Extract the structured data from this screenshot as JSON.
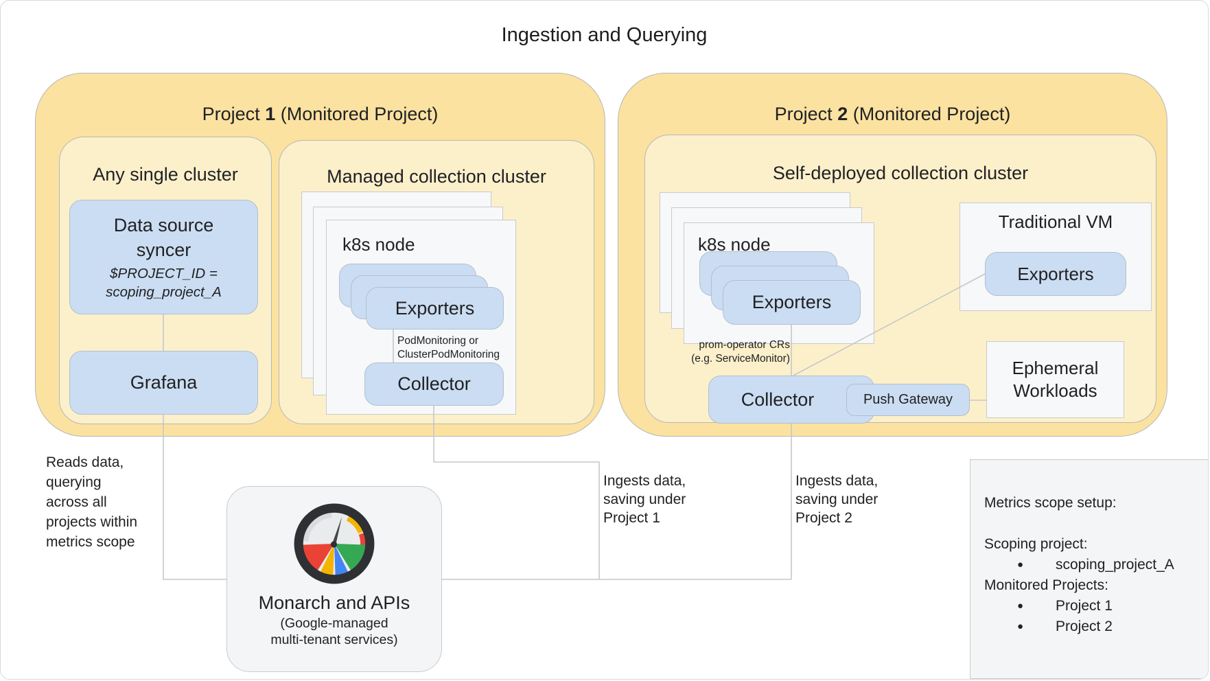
{
  "title": "Ingestion and Querying",
  "colors": {
    "project_fill": "#FBE2A0",
    "cluster_fill": "#FCF0CB",
    "component_fill": "#CBDDF2",
    "card_fill": "#F7F8FA",
    "neutral_panel_fill": "#F3F5F7",
    "connector": "#C5C7C9",
    "gauge_red": "#EA4335",
    "gauge_yellow": "#F4B400",
    "gauge_green": "#34A853",
    "gauge_blue": "#4285F4"
  },
  "project1": {
    "label": {
      "prefix": "Project",
      "number": "1",
      "suffix": "(Monitored Project)"
    },
    "any_single_cluster": {
      "title": "Any single cluster",
      "data_source_syncer_label": "Data source\nsyncer",
      "data_source_syncer_note": "$PROJECT_ID =\nscoping_project_A",
      "grafana_label": "Grafana"
    },
    "managed_collection_cluster": {
      "title": "Managed collection cluster",
      "node_label": "k8s node",
      "exporters_label": "Exporters",
      "monitoring_note": "PodMonitoring or\nClusterPodMonitoring",
      "collector_label": "Collector"
    }
  },
  "project2": {
    "label": {
      "prefix": "Project",
      "number": "2",
      "suffix": "(Monitored Project)"
    },
    "self_deployed_cluster": {
      "title": "Self-deployed collection cluster",
      "node_label": "k8s node",
      "exporters_label": "Exporters",
      "operator_note": "prom-operator CRs\n(e.g. ServiceMonitor)",
      "collector_label": "Collector",
      "push_gateway_label": "Push Gateway",
      "traditional_vm": {
        "title": "Traditional VM",
        "exporters_label": "Exporters"
      },
      "ephemeral_workloads_label": "Ephemeral\nWorkloads"
    }
  },
  "monarch": {
    "title": "Monarch and APIs",
    "subtitle": "(Google-managed\nmulti-tenant services)",
    "icon": "cloud-monitoring-gauge-icon"
  },
  "annotations": {
    "reads_data": "Reads data,\nquerying\nacross all\nprojects within\nmetrics scope",
    "ingests_project1": "Ingests data,\nsaving under\nProject 1",
    "ingests_project2": "Ingests data,\nsaving under\nProject 2"
  },
  "metrics_scope_panel": {
    "title": "Metrics scope setup:",
    "scoping_label": "Scoping project:",
    "scoping_items": [
      "scoping_project_A"
    ],
    "monitored_label": "Monitored Projects:",
    "monitored_items": [
      "Project 1",
      "Project 2"
    ],
    "bullet_glyph": "●"
  }
}
